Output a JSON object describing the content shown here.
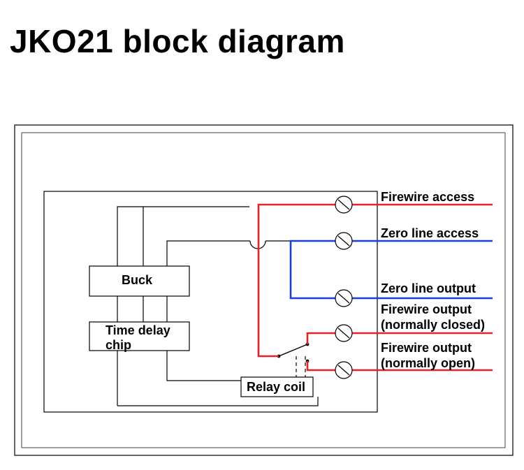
{
  "title": "JKO21 block diagram",
  "blocks": {
    "buck": "Buck",
    "time_delay_line1": "Time delay",
    "time_delay_line2": "chip",
    "relay_coil": "Relay coil"
  },
  "terminals": [
    {
      "line1": "Firewire access",
      "line2": ""
    },
    {
      "line1": "Zero line access",
      "line2": ""
    },
    {
      "line1": "Zero line output",
      "line2": ""
    },
    {
      "line1": "Firewire output",
      "line2": "(normally closed)"
    },
    {
      "line1": "Firewire output",
      "line2": "(normally open)"
    }
  ],
  "colors": {
    "fire_line": "#e8202a",
    "zero_line": "#1a3fd8",
    "wiring": "#000000"
  }
}
